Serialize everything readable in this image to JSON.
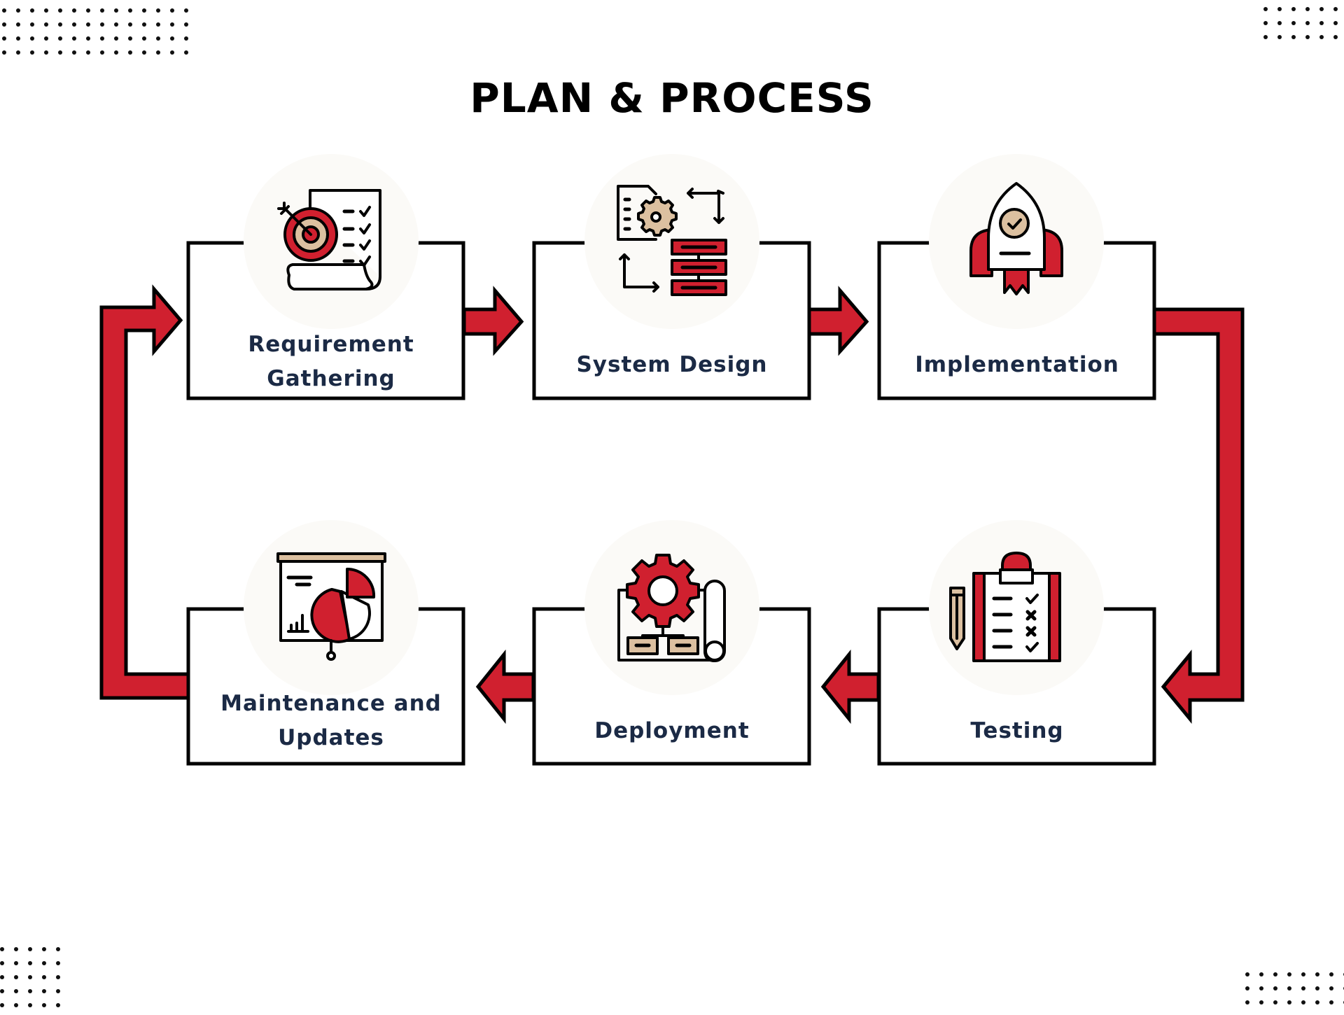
{
  "title": "PLAN & PROCESS",
  "colors": {
    "accent_red": "#D0202F",
    "tan": "#DCC0A0",
    "label_navy": "#1B2A45",
    "outline": "#000000",
    "circle_bg": "#FBFAF7"
  },
  "steps": [
    {
      "label_lines": [
        "Requirement",
        "Gathering"
      ],
      "icon": "target-checklist-icon"
    },
    {
      "label_lines": [
        "System Design"
      ],
      "icon": "system-design-gear-icon"
    },
    {
      "label_lines": [
        "Implementation"
      ],
      "icon": "rocket-icon"
    },
    {
      "label_lines": [
        "Testing"
      ],
      "icon": "clipboard-checklist-icon"
    },
    {
      "label_lines": [
        "Deployment"
      ],
      "icon": "blueprint-gear-icon"
    },
    {
      "label_lines": [
        "Maintenance and",
        "Updates"
      ],
      "icon": "presentation-chart-icon"
    }
  ],
  "flow_direction": [
    "Requirement Gathering",
    "System Design",
    "Implementation",
    "Testing",
    "Deployment",
    "Maintenance and Updates",
    "Requirement Gathering"
  ]
}
